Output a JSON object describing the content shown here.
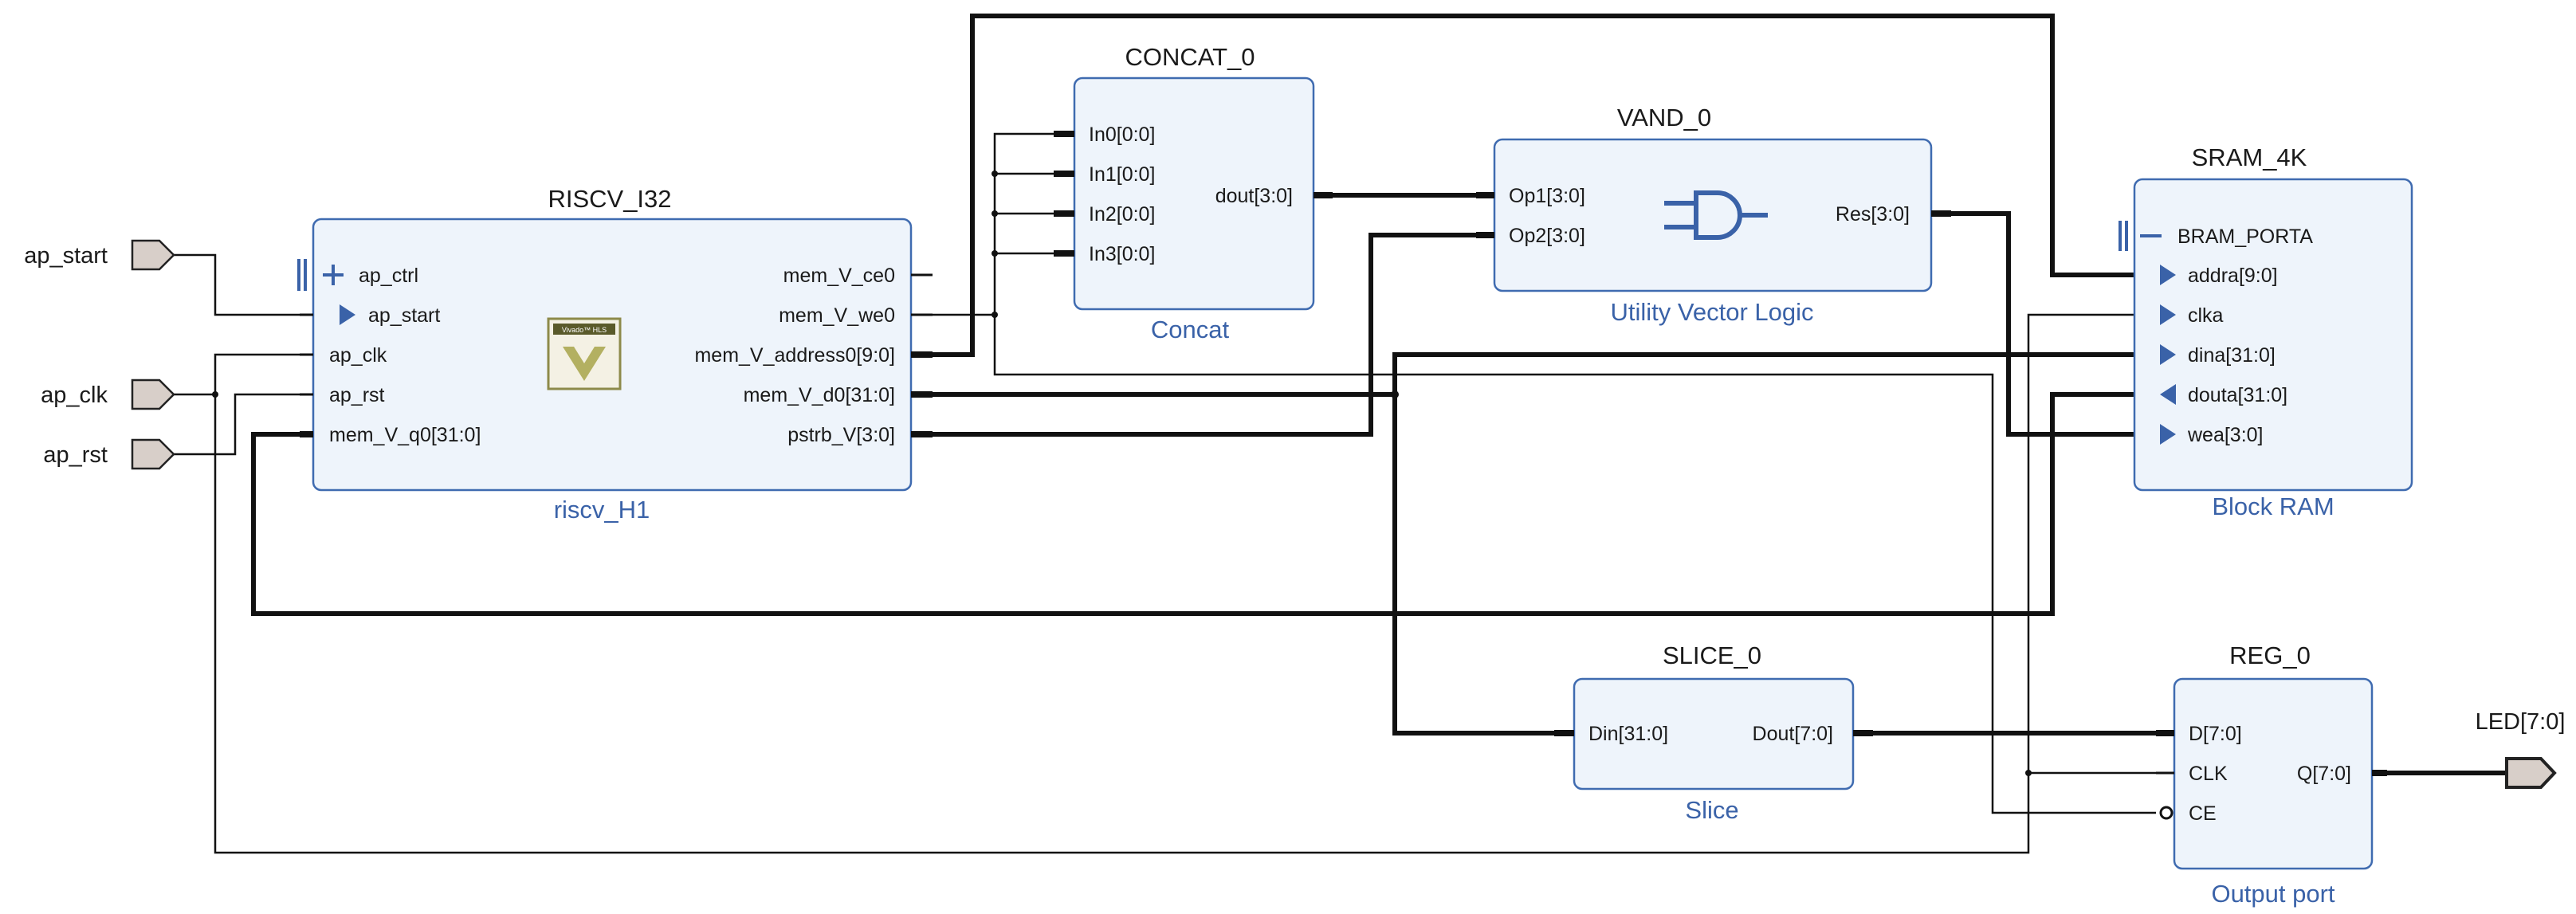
{
  "blocks": {
    "riscv": {
      "name": "RISCV_I32",
      "label": "riscv_H1",
      "logo_text": "Vivado™ HLS",
      "pins_left": {
        "ctrl": "ap_ctrl",
        "start": "ap_start",
        "clk": "ap_clk",
        "rst": "ap_rst",
        "q0": "mem_V_q0[31:0]"
      },
      "pins_right": {
        "ce0": "mem_V_ce0",
        "we0": "mem_V_we0",
        "addr": "mem_V_address0[9:0]",
        "d0": "mem_V_d0[31:0]",
        "pstrb": "pstrb_V[3:0]"
      }
    },
    "concat": {
      "name": "CONCAT_0",
      "label": "Concat",
      "pins_left": [
        "In0[0:0]",
        "In1[0:0]",
        "In2[0:0]",
        "In3[0:0]"
      ],
      "pin_right": "dout[3:0]"
    },
    "vand": {
      "name": "VAND_0",
      "label": "Utility Vector Logic",
      "pins_left": [
        "Op1[3:0]",
        "Op2[3:0]"
      ],
      "pin_right": "Res[3:0]"
    },
    "sram": {
      "name": "SRAM_4K",
      "label": "Block RAM",
      "pins": [
        "BRAM_PORTA",
        "addra[9:0]",
        "clka",
        "dina[31:0]",
        "douta[31:0]",
        "wea[3:0]"
      ]
    },
    "slice": {
      "name": "SLICE_0",
      "label": "Slice",
      "pin_left": "Din[31:0]",
      "pin_right": "Dout[7:0]"
    },
    "reg": {
      "name": "REG_0",
      "label": "Output port",
      "pins_left": [
        "D[7:0]",
        "CLK",
        "CE"
      ],
      "pin_right": "Q[7:0]"
    }
  },
  "ports": {
    "inputs": [
      "ap_start",
      "ap_clk",
      "ap_rst"
    ],
    "output": "LED[7:0]"
  },
  "colors": {
    "block_fill": "#eef4fb",
    "block_stroke": "#3f6bb0",
    "accent": "#3a62a8",
    "port_fill": "#d8cfc9",
    "wire": "#111111"
  }
}
